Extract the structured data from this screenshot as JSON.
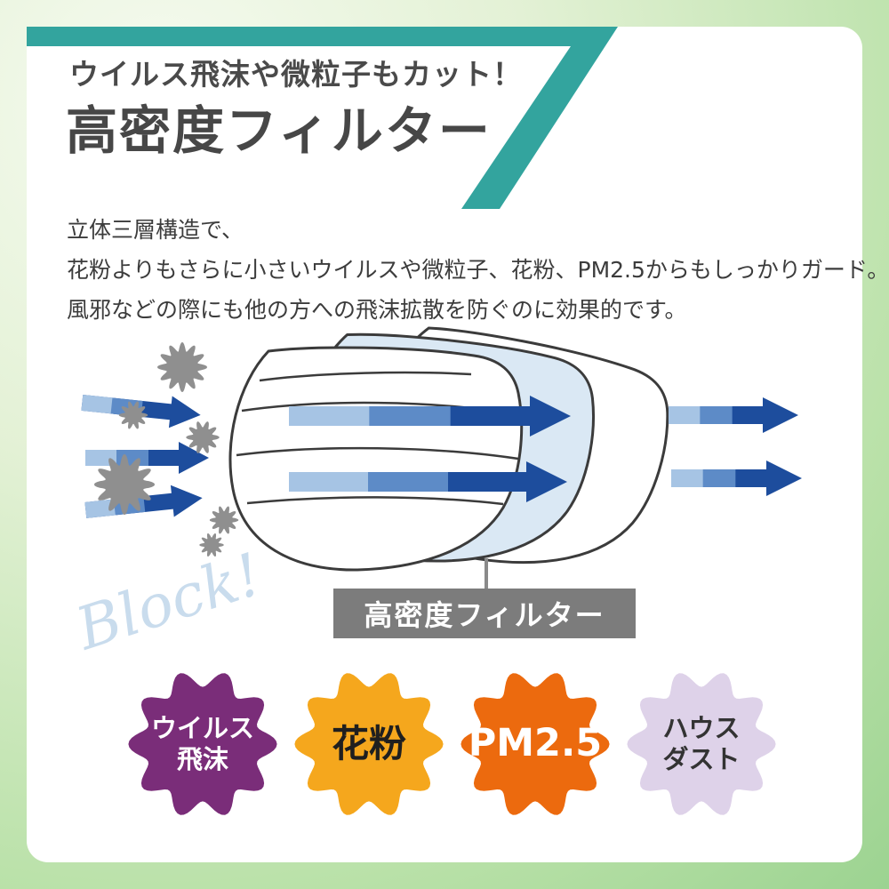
{
  "page": {
    "background_green_light": "#f6fbf0",
    "background_green_dark": "#9cd391"
  },
  "header": {
    "accent_color": "#33a49e",
    "subtitle": "ウイルス飛沫や微粒子もカット！",
    "title": "高密度フィルター",
    "text_color": "#474747"
  },
  "description": {
    "lines": [
      "立体三層構造で、",
      "花粉よりもさらに小さいウイルスや微粒子、花粉、PM2.5からもしっかりガード。",
      "風邪などの際にも他の方への飛沫拡散を防ぐのに効果的です。"
    ]
  },
  "diagram": {
    "block_text": "Block!",
    "block_text_color": "#c9dced",
    "filter_label": "高密度フィルター",
    "filter_label_bg": "#7c7c7c",
    "filter_label_color": "#ffffff",
    "mask_layer_colors": {
      "front": "#ffffff",
      "middle": "#dae8f4",
      "back": "#ffffff",
      "outline": "#3b3b3b"
    },
    "arrow_colors": [
      "#a6c4e4",
      "#5d8bc7",
      "#1d4d9d"
    ],
    "particle_color": "#8f8f8f"
  },
  "badges": [
    {
      "name": "virus-droplets",
      "lines": [
        "ウイルス",
        "飛沫"
      ],
      "color": "#7a2d79",
      "text_color": "#ffffff"
    },
    {
      "name": "pollen",
      "lines": [
        "花粉"
      ],
      "color": "#f5a71d",
      "text_color": "#1f1f1f"
    },
    {
      "name": "pm25",
      "lines": [
        "PM2.5"
      ],
      "color": "#ec6a0e",
      "text_color": "#ffffff"
    },
    {
      "name": "house-dust",
      "lines": [
        "ハウス",
        "ダスト"
      ],
      "color": "#ded2e9",
      "text_color": "#333333"
    }
  ]
}
